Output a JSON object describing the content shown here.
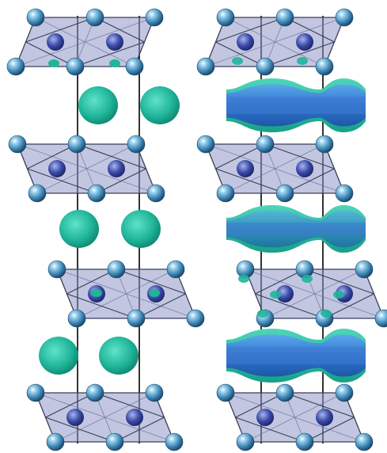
{
  "figure": {
    "panels": [
      {
        "id": "left",
        "density": "isolated-blobs",
        "layer_count": 4,
        "lobe_count": 3
      },
      {
        "id": "right",
        "density": "continuous-tubes",
        "layer_count": 4,
        "lobe_count": 3
      }
    ],
    "colors": {
      "polyhedron_fill": "#8f98c8",
      "polyhedron_edge": "#3a3f58",
      "cation_atom": "#3a4aa8",
      "anion_atom": "#3f88b8",
      "isosurface_teal": "#1fb59a",
      "isosurface_blue": "#2f6fd6",
      "cell_edge": "#000000"
    },
    "atom_types": [
      "cation-atom",
      "anion-atom"
    ]
  }
}
